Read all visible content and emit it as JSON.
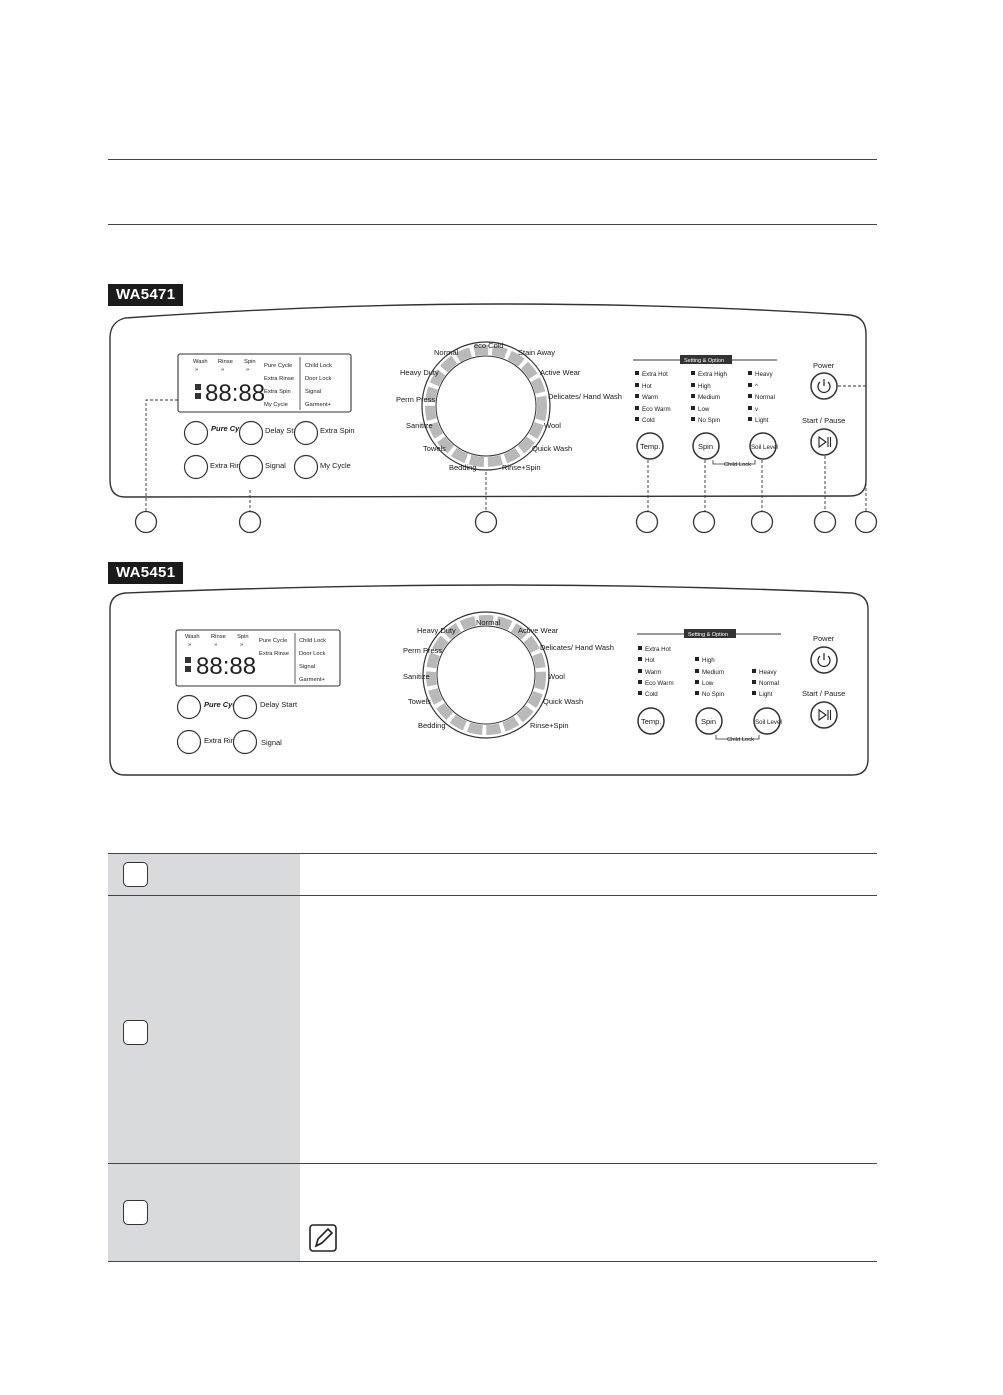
{
  "models": {
    "wa5471": {
      "tag": "WA5471",
      "display": {
        "stages": [
          "Wash",
          "Rinse",
          "Spin"
        ],
        "digits": "88:88",
        "options_col1": [
          "Pure Cycle",
          "Extra Rinse",
          "Extra Spin",
          "My Cycle"
        ],
        "options_col2": [
          "Child Lock",
          "Door Lock",
          "Signal",
          "Garment+"
        ]
      },
      "buttons": [
        "Pure Cycle",
        "Delay Start",
        "Extra Spin",
        "Extra Rinse",
        "Signal",
        "My Cycle"
      ],
      "dial_cycles": [
        "Normal",
        "eco Cold",
        "Stain Away",
        "Heavy Duty",
        "Active Wear",
        "Perm Press",
        "Delicates/ Hand Wash",
        "Sanitize",
        "Wool",
        "Towels",
        "Quick Wash",
        "Bedding",
        "Rinse+Spin"
      ],
      "setting_title": "Setting & Option",
      "temp_options": [
        "Extra Hot",
        "Hot",
        "Warm",
        "Eco Warm",
        "Cold"
      ],
      "spin_options": [
        "Extra High",
        "High",
        "Medium",
        "Low",
        "No Spin"
      ],
      "soil_options": [
        "Heavy",
        "^",
        "Normal",
        "v",
        "Light"
      ],
      "temp_button": "Temp.",
      "spin_button": "Spin",
      "soil_button": "Soil Level",
      "child_lock": "Child Lock",
      "power_label": "Power",
      "start_label": "Start / Pause"
    },
    "wa5451": {
      "tag": "WA5451",
      "display": {
        "stages": [
          "Wash",
          "Rinse",
          "Spin"
        ],
        "digits": "88:88",
        "options_col1": [
          "Pure Cycle",
          "Extra Rinse"
        ],
        "options_col2": [
          "Child Lock",
          "Door Lock",
          "Signal",
          "Garment+"
        ]
      },
      "buttons": [
        "Pure Cycle",
        "Delay Start",
        "Extra Rinse",
        "Signal"
      ],
      "dial_cycles": [
        "Heavy Duty",
        "Normal",
        "Active Wear",
        "Perm Press",
        "Delicates/ Hand Wash",
        "Sanitize",
        "Wool",
        "Towels",
        "Quick Wash",
        "Bedding",
        "Rinse+Spin"
      ],
      "setting_title": "Setting & Option",
      "temp_options": [
        "Extra Hot",
        "Hot",
        "Warm",
        "Eco Warm",
        "Cold"
      ],
      "spin_options": [
        "High",
        "Medium",
        "Low",
        "No Spin"
      ],
      "soil_options": [
        "Heavy",
        "Normal",
        "Light"
      ],
      "temp_button": "Temp.",
      "spin_button": "Spin",
      "soil_button": "Soil Level",
      "child_lock": "Child Lock",
      "power_label": "Power",
      "start_label": "Start / Pause"
    }
  }
}
